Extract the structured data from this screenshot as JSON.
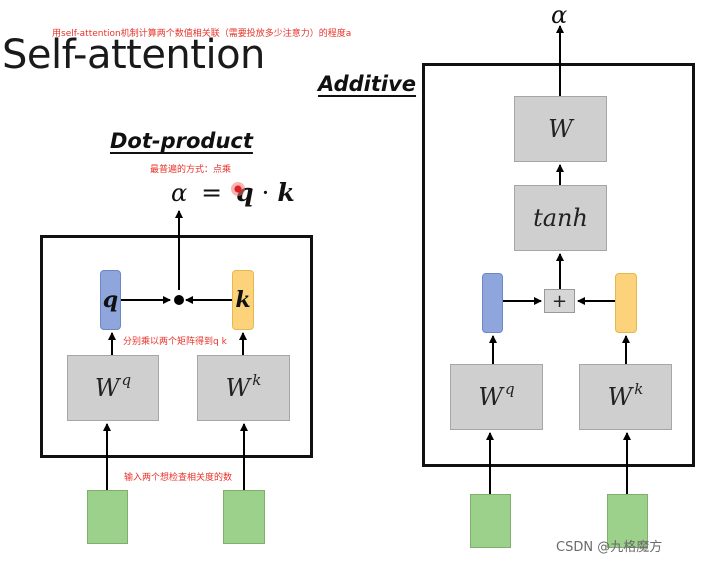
{
  "notes": {
    "top": "用self-attention机制计算两个数值相关联（需要投放多少注意力）的程度a",
    "dot_common": "最普遍的方式：点乘",
    "multiply_matrices": "分别乘以两个矩阵得到q k",
    "input_two": "输入两个想检查相关度的数"
  },
  "titles": {
    "main": "Self-attention",
    "dot_product": "Dot-product",
    "additive": "Additive"
  },
  "dot_product": {
    "alpha": "α",
    "equals": "=",
    "q": "q",
    "middle_dot": "·",
    "k": "k",
    "q_vec": "q",
    "k_vec": "k",
    "wq_base": "W",
    "wq_sup": "q",
    "wk_base": "W",
    "wk_sup": "k"
  },
  "additive": {
    "alpha": "α",
    "w_top": "W",
    "tanh": "tanh",
    "plus": "+",
    "wq_base": "W",
    "wq_sup": "q",
    "wk_base": "W",
    "wk_sup": "k"
  },
  "watermark": "CSDN @九格魔方",
  "colors": {
    "annotation": "#e8332a",
    "matrix_box": "#cfcfcf",
    "input_box": "#9bd18a",
    "q_vector": "#8fa6dc",
    "k_vector": "#fcd27a"
  }
}
